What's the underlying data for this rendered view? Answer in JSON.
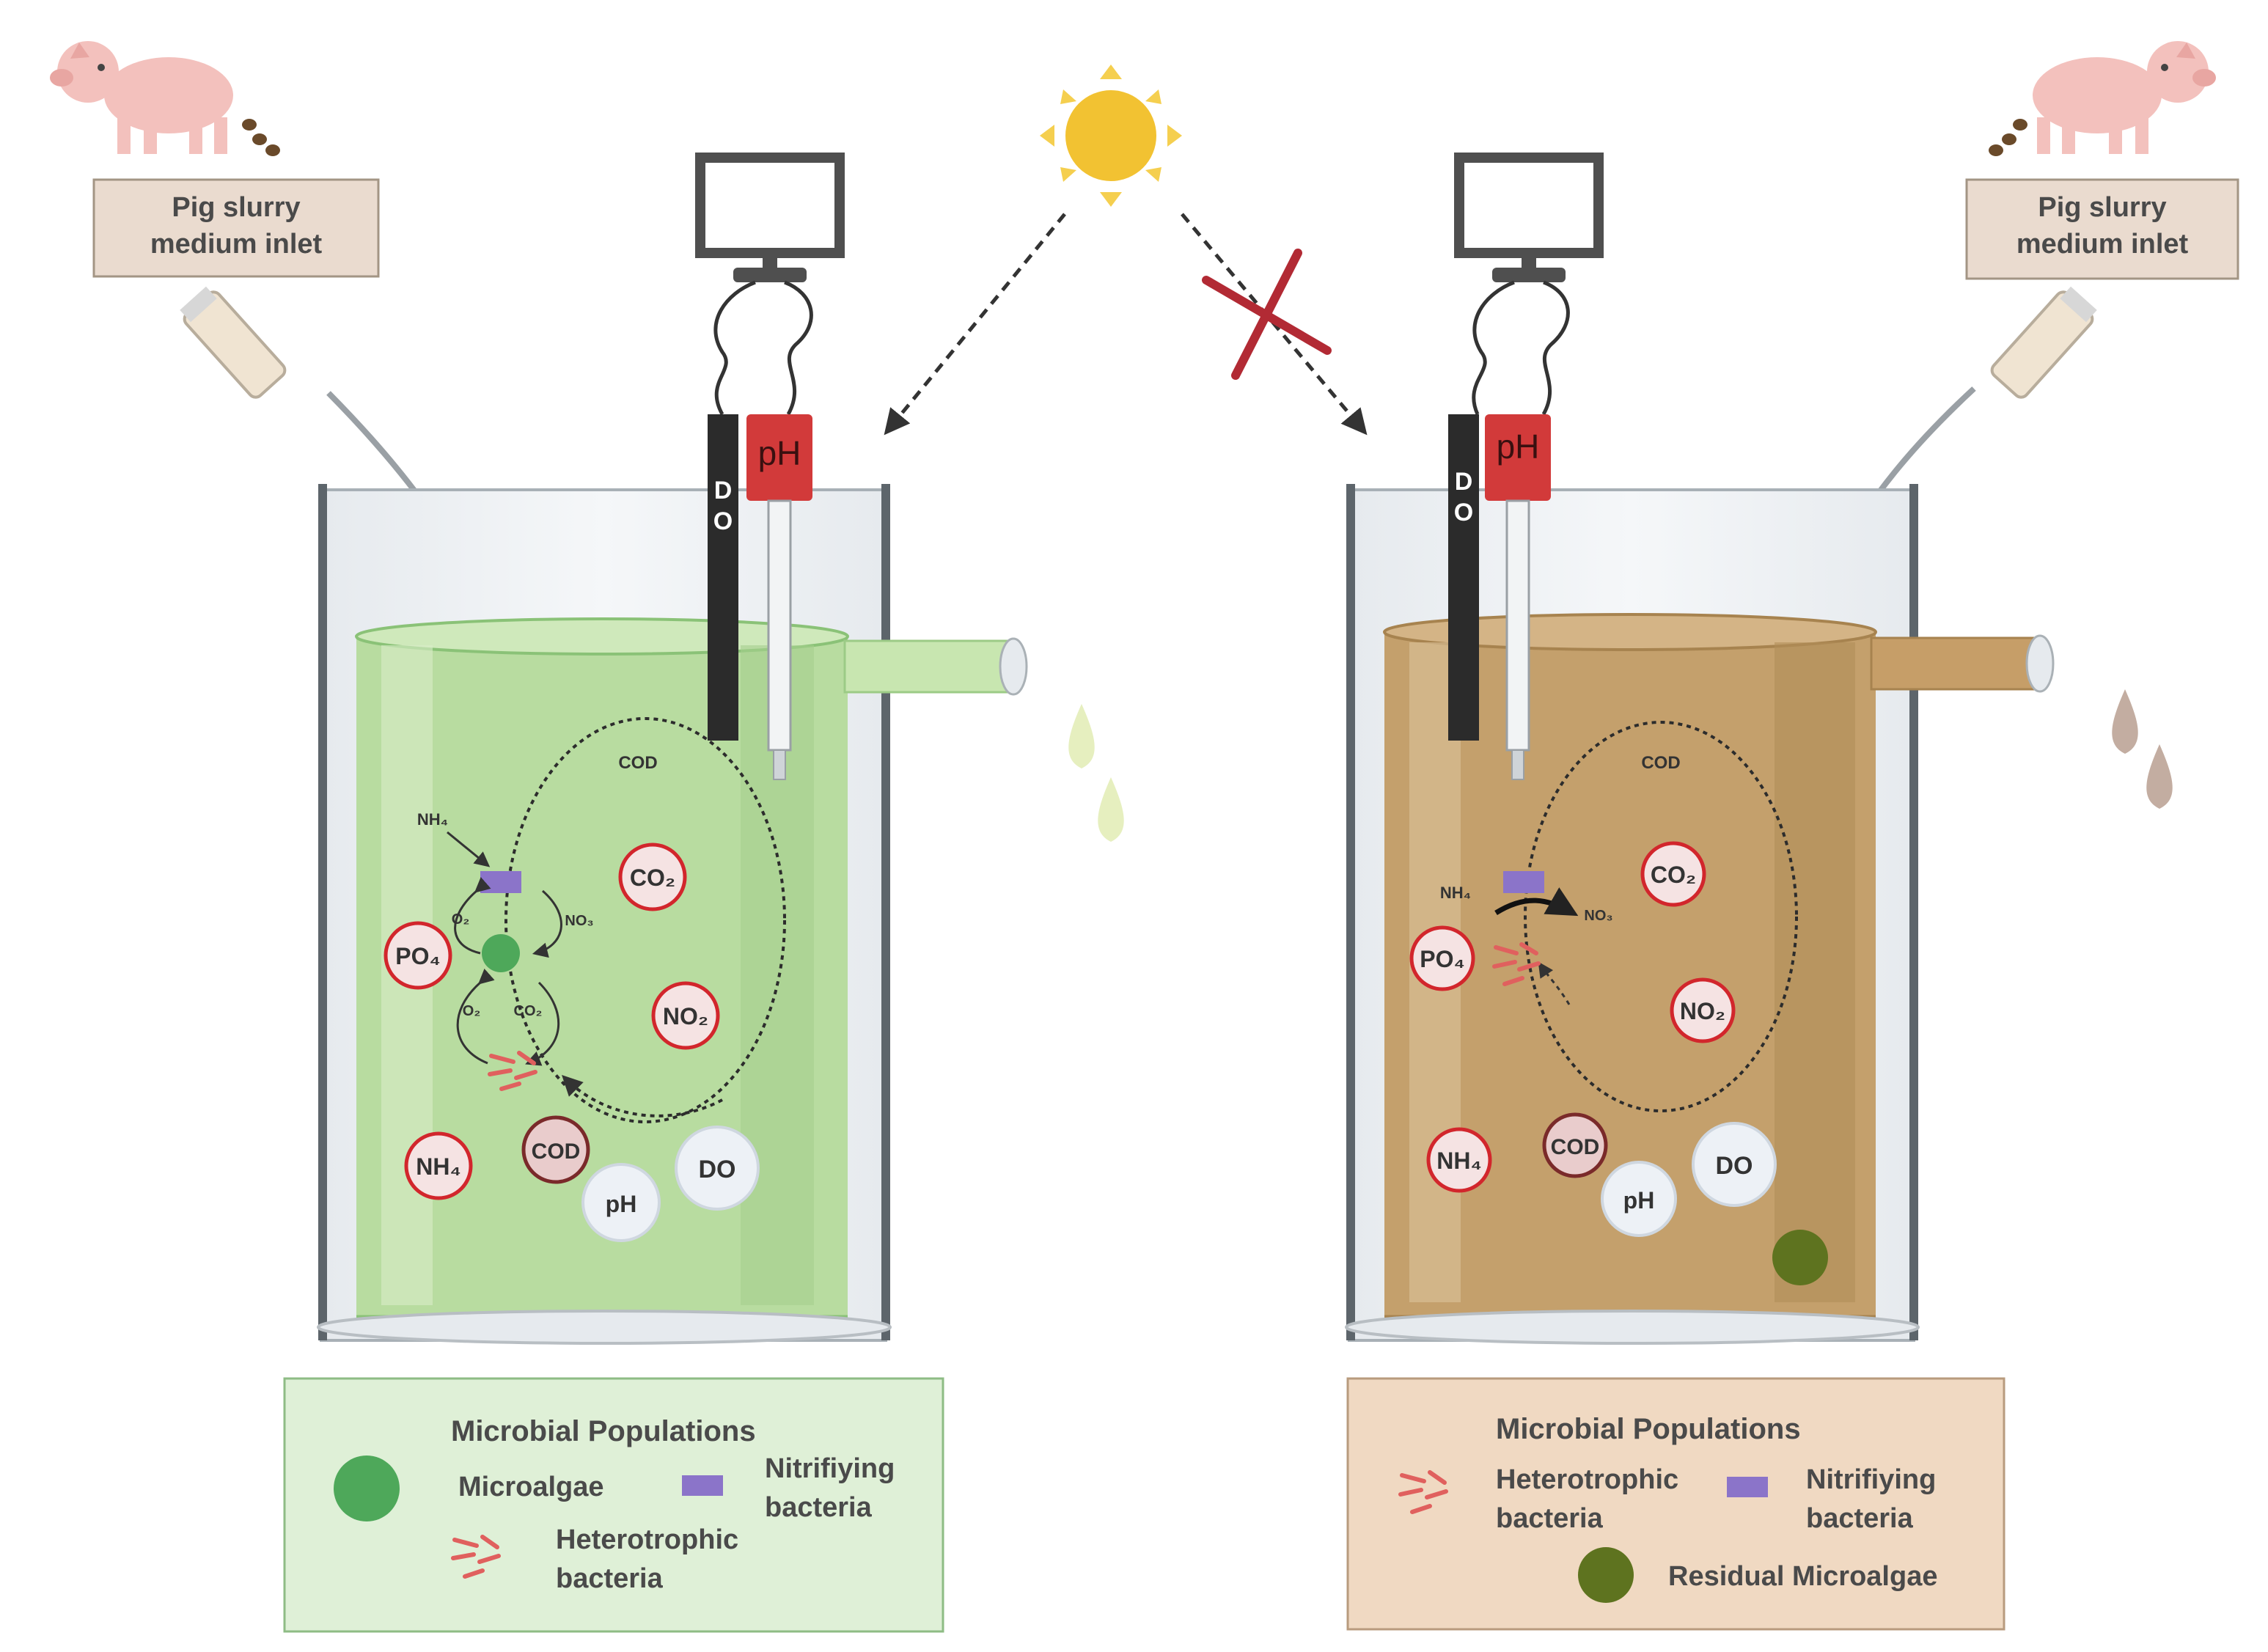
{
  "left": {
    "inlet_label_line1": "Pig  slurry",
    "inlet_label_line2": "medium inlet",
    "probe_do_line1": "D",
    "probe_do_line2": "O",
    "probe_ph": "pH",
    "cycle": {
      "cod_top": "COD",
      "nh4": "NH₄",
      "o2_a": "O₂",
      "no3": "NO₃",
      "o2_b": "O₂",
      "co2": "CO₂"
    },
    "bubbles": {
      "co2": "CO₂",
      "po4": "PO₄",
      "no2": "NO₂",
      "nh4": "NH₄",
      "cod": "COD",
      "ph": "pH",
      "do": "DO"
    },
    "legend": {
      "title": "Microbial Populations",
      "microalgae": "Microalgae",
      "nitrifying_line1": "Nitrifiying",
      "nitrifying_line2": "bacteria",
      "hetero_line1": "Heterotrophic",
      "hetero_line2": "bacteria"
    }
  },
  "right": {
    "inlet_label_line1": "Pig  slurry",
    "inlet_label_line2": "medium inlet",
    "probe_do_line1": "D",
    "probe_do_line2": "O",
    "probe_ph": "pH",
    "cycle": {
      "cod_top": "COD",
      "nh4": "NH₄",
      "no3": "NO₃"
    },
    "bubbles": {
      "co2": "CO₂",
      "po4": "PO₄",
      "no2": "NO₂",
      "nh4": "NH₄",
      "cod": "COD",
      "ph": "pH",
      "do": "DO"
    },
    "legend": {
      "title": "Microbial Populations",
      "hetero_line1": "Heterotrophic",
      "hetero_line2": "bacteria",
      "nitrifying_line1": "Nitrifiying",
      "nitrifying_line2": "bacteria",
      "residual": "Residual Microalgae"
    }
  },
  "colors": {
    "green_liquid": "#b8dca0",
    "brown_liquid": "#c4a06c",
    "sun": "#f2c232",
    "red_x": "#b22a34",
    "ph_probe": "#d23a3a"
  }
}
